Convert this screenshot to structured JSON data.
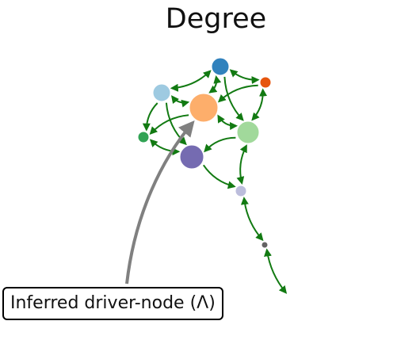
{
  "title": "Degree",
  "annotation": {
    "label": "Inferred driver-node (Λ)"
  },
  "colors": {
    "edge": "#127a12",
    "annotation_arrow": "#808080",
    "background": "#ffffff"
  },
  "graph": {
    "nodes": [
      {
        "id": "n1",
        "color": "#3182bd"
      },
      {
        "id": "n2",
        "color": "#e6550d"
      },
      {
        "id": "n3",
        "color": "#9ecae1"
      },
      {
        "id": "n4",
        "color": "#fdae6b"
      },
      {
        "id": "n5",
        "color": "#31a354"
      },
      {
        "id": "n6",
        "color": "#a1d99b"
      },
      {
        "id": "n7",
        "color": "#756bb1"
      },
      {
        "id": "n8",
        "color": "#bcbddc"
      },
      {
        "id": "n9",
        "color": "#636363"
      }
    ],
    "edges": [
      {
        "from": "n3",
        "to": "n1",
        "style": "double"
      },
      {
        "from": "n1",
        "to": "n2",
        "style": "double"
      },
      {
        "from": "n4",
        "to": "n1",
        "style": "double"
      },
      {
        "from": "n1",
        "to": "n6",
        "style": "single"
      },
      {
        "from": "n3",
        "to": "n4",
        "style": "double"
      },
      {
        "from": "n6",
        "to": "n2",
        "style": "double"
      },
      {
        "from": "n2",
        "to": "n4",
        "style": "single"
      },
      {
        "from": "n3",
        "to": "n5",
        "style": "single"
      },
      {
        "from": "n4",
        "to": "n5",
        "style": "single"
      },
      {
        "from": "n4",
        "to": "n6",
        "style": "double"
      },
      {
        "from": "n3",
        "to": "n7",
        "style": "single"
      },
      {
        "from": "n5",
        "to": "n7",
        "style": "double"
      },
      {
        "from": "n6",
        "to": "n7",
        "style": "single"
      },
      {
        "from": "n6",
        "to": "n8",
        "style": "double"
      },
      {
        "from": "n7",
        "to": "n8",
        "style": "single"
      },
      {
        "from": "n8",
        "to": "n9",
        "style": "double"
      },
      {
        "from": "n9",
        "to": "tail",
        "style": "double"
      }
    ]
  }
}
